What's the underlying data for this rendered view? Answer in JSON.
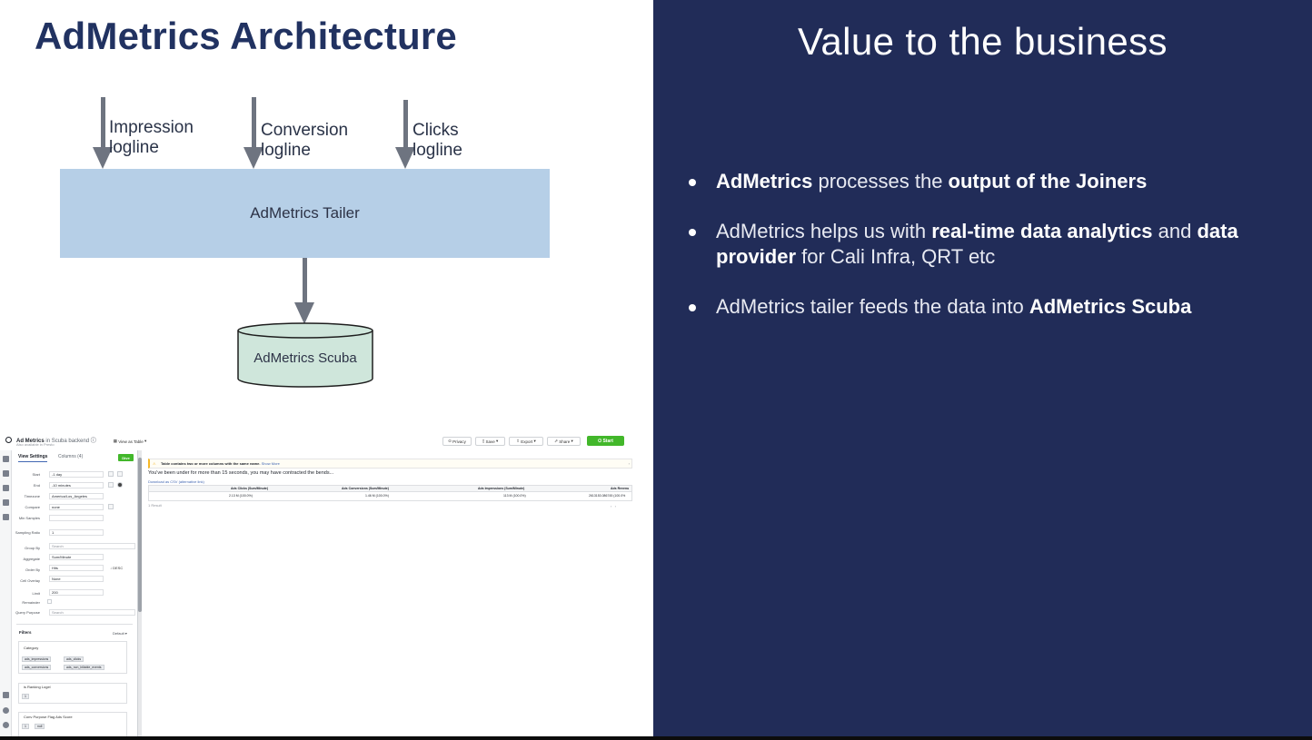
{
  "left": {
    "title": "AdMetrics Architecture",
    "diagram": {
      "inputs": [
        {
          "line1": "Impression",
          "line2": "logline"
        },
        {
          "line1": "Conversion",
          "line2": "logline"
        },
        {
          "line1": "Clicks",
          "line2": "logline"
        }
      ],
      "tailer_label": "AdMetrics Tailer",
      "store_label": "AdMetrics  Scuba"
    },
    "screenshot": {
      "title": "Ad Metrics",
      "title_suffix": "in Scuba backend",
      "subtitle": "Also available in Presto",
      "view_as": "View as Table",
      "toolbar": {
        "privacy": "Privacy",
        "save": "Save",
        "export": "Export",
        "share": "Share",
        "start": "Start"
      },
      "tabs": [
        "View Settings",
        "Columns (4)"
      ],
      "dive_label": "Dive",
      "fields": [
        {
          "label": "Start",
          "value": "-1 day"
        },
        {
          "label": "End",
          "value": "-10 minutes"
        },
        {
          "label": "Timezone",
          "value": "America/Los_Angeles"
        },
        {
          "label": "Compare",
          "value": "none"
        },
        {
          "label": "Min Samples",
          "value": ""
        },
        {
          "label": "Sampling Ratio",
          "value": "1"
        },
        {
          "label": "Group By",
          "value": "Search"
        },
        {
          "label": "Aggregate",
          "value": "Sum/Minute"
        },
        {
          "label": "Order By",
          "value": "Hits"
        },
        {
          "label": "Cell Overlay",
          "value": "None"
        },
        {
          "label": "Limit",
          "value": "200"
        },
        {
          "label": "Remainder",
          "value": ""
        },
        {
          "label": "Query Purpose",
          "value": "Search"
        }
      ],
      "desc_label": "DESC",
      "filters_heading": "Filters",
      "filters_default": "Default",
      "filter_groups": [
        {
          "name": "Category",
          "chips": [
            "ads_impressions",
            "ads_clicks",
            "ads_conversions",
            "ads_non_billable_events"
          ]
        },
        {
          "name": "is Ranking Logel",
          "chips": [
            "1"
          ]
        },
        {
          "name": "Conv Purpose Flag Ads Score",
          "chips": [
            "1",
            "null"
          ]
        }
      ],
      "warning": "Table contains two or more columns with the same name.",
      "warning_link": "Show More",
      "info_line": "You've been under for more than 15 seconds, you may have contracted the bends...",
      "csv_link": "Download as CSV (alternative link)",
      "table": {
        "headers": [
          "Ads Clicks (Sum/Minute)",
          "Ads Conversions (Sum/Minute)",
          "Ads Impressions (Sum/Minute)",
          "Ads Revenu"
        ],
        "row": [
          "2.13 M (100.0%)",
          "1.46 M (100.0%)",
          "113 M (100.0%)",
          "2613153.086745 (100.0%"
        ]
      },
      "result_count": "1 Result"
    }
  },
  "right": {
    "title": "Value to the business",
    "bullets": [
      {
        "b1": "AdMetrics",
        "t1": " processes the ",
        "b2": "output of the Joiners",
        "t2": "",
        "b3": "",
        "t3": ""
      },
      {
        "b1": "",
        "t1": "AdMetrics helps us with ",
        "b2": "real-time data analytics",
        "t2": " and ",
        "b3": "data provider",
        "t3": " for Cali Infra, QRT etc"
      },
      {
        "b1": "",
        "t1": "AdMetrics tailer feeds the data into ",
        "b2": "AdMetrics Scuba",
        "t2": "",
        "b3": "",
        "t3": ""
      }
    ]
  },
  "colors": {
    "navy": "#212c58",
    "title_blue": "#213261",
    "box_blue": "#b6cfe7",
    "cylinder_green": "#cfe6db",
    "arrow_gray": "#6e7480",
    "run_green": "#42b72a"
  }
}
